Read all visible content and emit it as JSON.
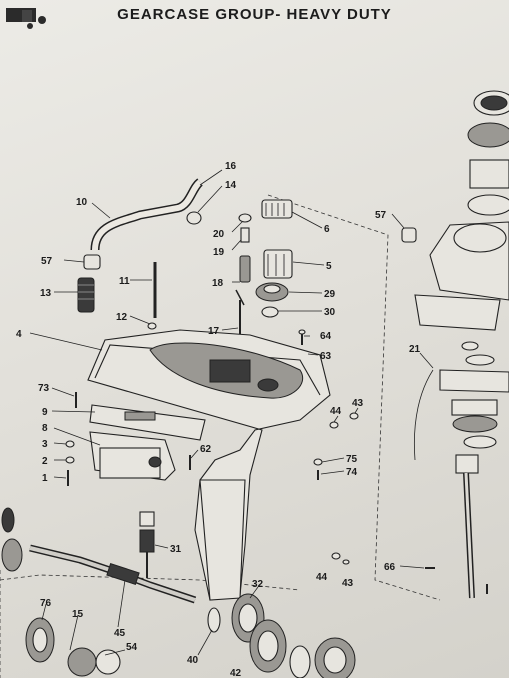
{
  "page": {
    "title": "GEARCASE GROUP- HEAVY DUTY"
  },
  "callouts": [
    "16",
    "14",
    "10",
    "6",
    "57",
    "20",
    "19",
    "5",
    "57",
    "11",
    "18",
    "29",
    "13",
    "30",
    "12",
    "64",
    "17",
    "4",
    "63",
    "21",
    "73",
    "44",
    "43",
    "9",
    "8",
    "62",
    "3",
    "75",
    "2",
    "74",
    "1",
    "31",
    "66",
    "76",
    "15",
    "45",
    "32",
    "54",
    "40",
    "42",
    "44",
    "43"
  ]
}
